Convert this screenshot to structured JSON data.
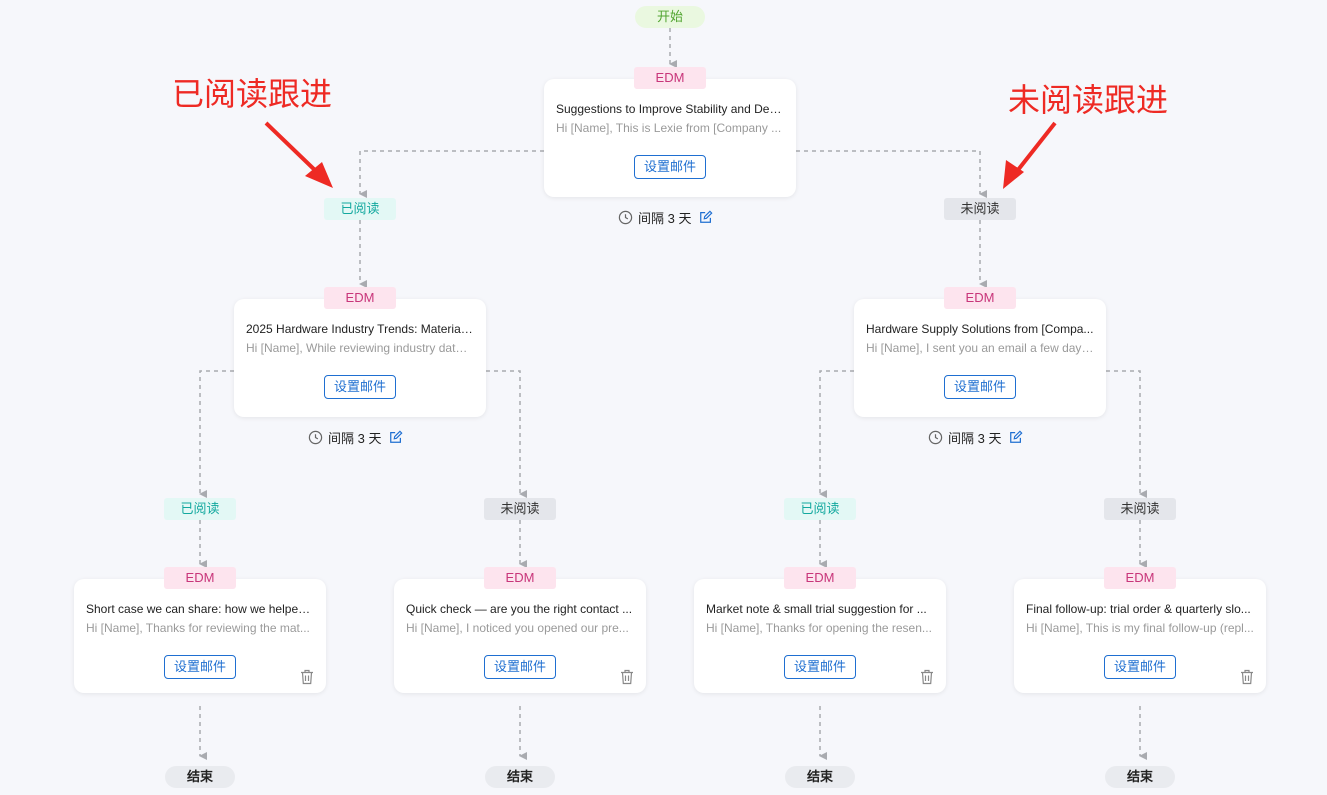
{
  "colors": {
    "background": "#f6f7fb",
    "start_tag": "#eaf8e0",
    "edm_tag_bg": "#fde4ee",
    "edm_tag_text": "#c8357a",
    "read_tag_bg": "#e3f8f5",
    "read_tag_text": "#13a89e",
    "unread_tag_bg": "#e4e6eb",
    "button_blue": "#1f6fd1",
    "annotation_red": "#ee2a24",
    "connector": "#a9abb0"
  },
  "flow": {
    "start_label": "开始",
    "end_label": "结束",
    "read_label": "已阅读",
    "unread_label": "未阅读",
    "edm_label": "EDM",
    "set_email_label": "设置邮件",
    "interval_label": "间隔 3 天"
  },
  "annotations": {
    "left": "已阅读跟进",
    "right": "未阅读跟进"
  },
  "cards": {
    "root": {
      "title": "Suggestions to Improve Stability and Deli...",
      "preview": "Hi [Name], This is Lexie from [Company ..."
    },
    "read_branch": {
      "title": "2025 Hardware Industry Trends: Material ...",
      "preview": "Hi [Name], While reviewing industry data,..."
    },
    "unread_branch": {
      "title": "Hardware Supply Solutions from [Compa...",
      "preview": "Hi [Name], I sent you an email a few days..."
    },
    "leaf_1": {
      "title": "Short case we can share: how we helped ...",
      "preview": "Hi [Name], Thanks for reviewing the mat..."
    },
    "leaf_2": {
      "title": "Quick check — are you the right contact ...",
      "preview": "Hi [Name], I noticed you opened our pre..."
    },
    "leaf_3": {
      "title": "Market note & small trial suggestion for ...",
      "preview": "Hi [Name], Thanks for opening the resen..."
    },
    "leaf_4": {
      "title": "Final follow-up: trial order & quarterly slo...",
      "preview": "Hi [Name], This is my final follow-up (repl..."
    }
  },
  "icons": {
    "interval": "clock-icon",
    "edit": "edit-icon",
    "delete": "trash-icon",
    "arrow": "arrow-down-icon"
  }
}
